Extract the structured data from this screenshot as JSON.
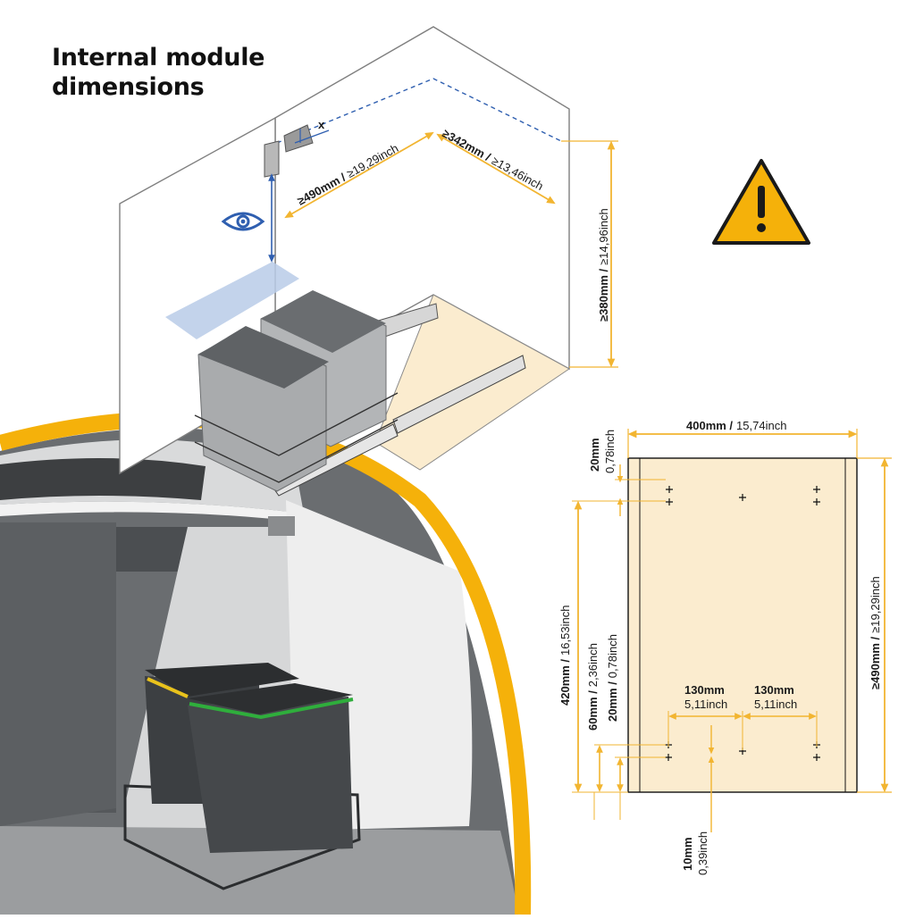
{
  "title": {
    "line1": "Internal module",
    "line2": "dimensions"
  },
  "colors": {
    "accent_yellow": "#f5b10a",
    "dim_line_yellow": "#f2b531",
    "guide_blue": "#2f5fb0",
    "panel_fill": "#fbeccf",
    "shadow_blue": "#b9cbe8",
    "bin_grey": "#a9abad",
    "bin_dark": "#3a3d40",
    "lid_yellow": "#e9c21c",
    "lid_green": "#2fae3c"
  },
  "icons": {
    "eye": "eye-icon",
    "warning": "warning-triangle-icon",
    "hinge": "hinge-icon"
  },
  "labels": {
    "x_marker": "x",
    "depth_mm": "≥490mm /",
    "depth_in": "≥19,29inch",
    "width_mm": "≥342mm /",
    "width_in": "≥13,46inch",
    "height_mm": "≥380mm /",
    "height_in": "≥14,96inch",
    "board_width_mm": "400mm /",
    "board_width_in": "15,74inch",
    "board_depth_mm": "≥490mm /",
    "board_depth_in": "≥19,29inch",
    "top_offset_mm": "20mm",
    "top_offset_in": "0,78inch",
    "span_mm": "420mm /",
    "span_in": "16,53inch",
    "front_60_mm": "60mm /",
    "front_60_in": "2,36inch",
    "front_20_mm": "20mm /",
    "front_20_in": "0,78inch",
    "hole_130a_mm": "130mm",
    "hole_130a_in": "5,11inch",
    "hole_130b_mm": "130mm",
    "hole_130b_in": "5,11inch",
    "bottom_10_mm": "10mm",
    "bottom_10_in": "0,39inch"
  }
}
